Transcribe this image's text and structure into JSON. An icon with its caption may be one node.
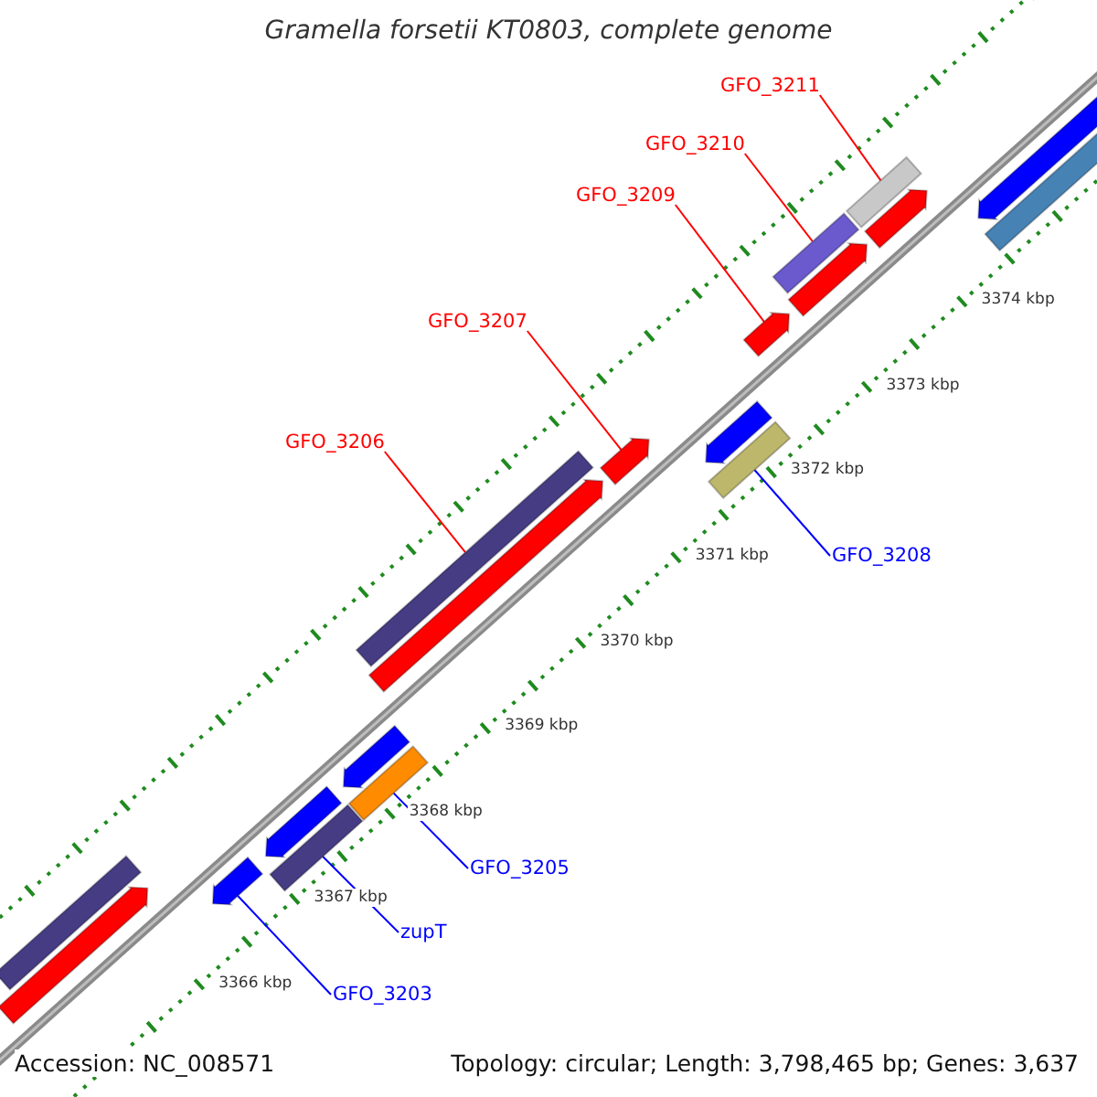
{
  "diagram": {
    "title": "Gramella forsetii KT0803, complete genome",
    "nodes": [
      {
        "text": [
          "GFO_3211"
        ]
      },
      {
        "text": [
          "GFO_3210"
        ]
      },
      {
        "text": [
          "GFO_3209"
        ]
      },
      {
        "text": [],
        "shape": "bar"
      },
      {
        "text": [],
        "shape": "bar"
      },
      {
        "text": [],
        "shape": "arrow"
      },
      {
        "text": [
          "GFO_3207"
        ]
      },
      {
        "text": [],
        "shape": "arrow"
      },
      {
        "text": [
          "GFO_3206"
        ]
      },
      {
        "text": [],
        "shape": "bar"
      },
      {
        "text": [],
        "shape": "bar"
      },
      {
        "text": [
          "GFO_3208"
        ]
      },
      {
        "text": [],
        "shape": "bar"
      },
      {
        "text": [
          "GFO_3205"
        ]
      },
      {
        "text": [],
        "shape": "bar"
      },
      {
        "text": [
          "zupT"
        ]
      },
      {
        "text": [],
        "shape": "arrow"
      },
      {
        "text": [
          "GFO_3203"
        ]
      },
      {
        "text": [],
        "shape": "arrow"
      },
      {
        "text": [],
        "shape": "bar"
      },
      {
        "text": [],
        "shape": "arrow"
      },
      {
        "text": [],
        "shape": "arrow"
      },
      {
        "text": [],
        "shape": "arrow"
      },
      {
        "text": [],
        "shape": "arrow"
      },
      {
        "text": [],
        "shape": "arrow"
      },
      {
        "text": [],
        "shape": "arrow"
      },
      {
        "text": [],
        "shape": "bar"
      },
      {
        "text": [],
        "shape": "arrow"
      }
    ],
    "edges": [
      {
        "from": 0,
        "to": 3,
        "arrow": "none"
      },
      {
        "from": 1,
        "to": 4,
        "arrow": "none"
      },
      {
        "from": 2,
        "to": 5,
        "arrow": "none"
      },
      {
        "from": 6,
        "to": 7,
        "arrow": "none"
      },
      {
        "from": 8,
        "to": 9,
        "arrow": "none"
      },
      {
        "from": 11,
        "to": 10,
        "arrow": "none",
        "color": "#0000ff"
      },
      {
        "from": 13,
        "to": 12,
        "arrow": "none",
        "color": "#0000ff"
      },
      {
        "from": 15,
        "to": 14,
        "arrow": "none",
        "color": "#0000ff"
      },
      {
        "from": 17,
        "to": 16,
        "arrow": "none",
        "color": "#0000ff"
      }
    ],
    "labels": [
      "3374 kbp",
      "3373 kbp",
      "3372 kbp",
      "3371 kbp",
      "3370 kbp",
      "3369 kbp",
      "3368 kbp",
      "3367 kbp",
      "3366 kbp",
      "Accession: NC_008571",
      "Topology: circular; Length: 3,798,465 bp; Genes: 3,637"
    ]
  }
}
